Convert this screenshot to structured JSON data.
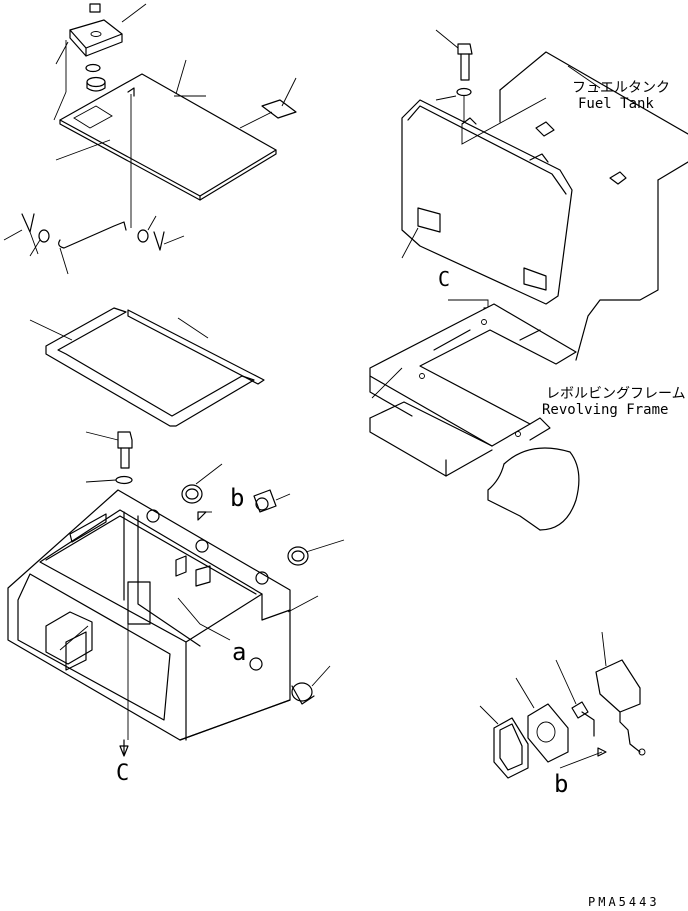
{
  "labels": {
    "fuel_tank_jp": "フュエルタンク",
    "fuel_tank_en": "Fuel Tank",
    "revolving_frame_jp": "レボルビングフレーム",
    "revolving_frame_en": "Revolving Frame",
    "ref_a": "a",
    "ref_b_box": "b",
    "ref_b_lamp": "b",
    "ref_c_top": "C",
    "ref_c_bottom": "C",
    "drawing_number": "PMA5443"
  }
}
